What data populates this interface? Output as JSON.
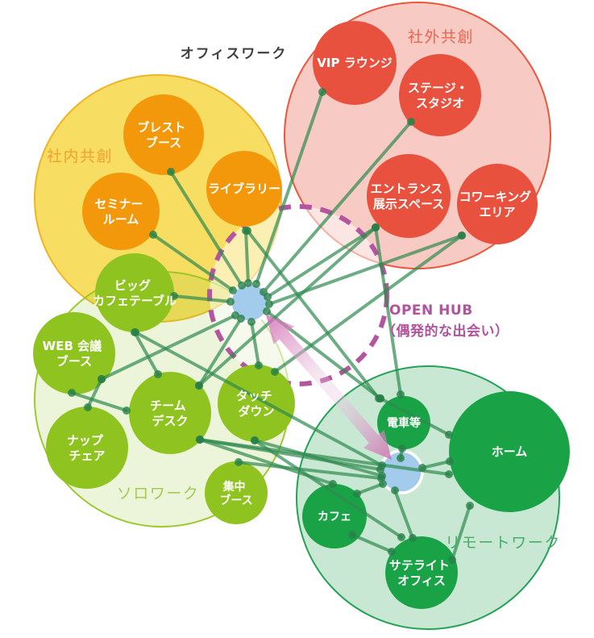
{
  "title": "オフィスワーク",
  "groups": {
    "internal": {
      "label": "社内共創"
    },
    "external": {
      "label": "社外共創"
    },
    "solo": {
      "label": "ソロワーク"
    },
    "remote": {
      "label": "リモートワーク"
    }
  },
  "open_hub": {
    "name": "OPEN HUB",
    "subtitle": "（偶発的な出会い）"
  },
  "nodes": {
    "brainstorm": {
      "lines": [
        "ブレスト",
        "ブース"
      ]
    },
    "seminar": {
      "lines": [
        "セミナー",
        "ルーム"
      ]
    },
    "library": {
      "lines": [
        "ライブラリー"
      ]
    },
    "bigcafe": {
      "lines": [
        "ビッグ",
        "カフェテーブル"
      ]
    },
    "vip": {
      "lines": [
        "VIP ラウンジ"
      ]
    },
    "stage": {
      "lines": [
        "ステージ・",
        "スタジオ"
      ]
    },
    "entrance": {
      "lines": [
        "エントランス",
        "展示スペース"
      ]
    },
    "coworking": {
      "lines": [
        "コワーキング",
        "エリア"
      ]
    },
    "web": {
      "lines": [
        "WEB 会議",
        "ブース"
      ]
    },
    "nap": {
      "lines": [
        "ナップ",
        "チェア"
      ]
    },
    "teamdesk": {
      "lines": [
        "チーム",
        "デスク"
      ]
    },
    "touchdown": {
      "lines": [
        "タッチ",
        "ダウン"
      ]
    },
    "focus": {
      "lines": [
        "集中",
        "ブース"
      ]
    },
    "train": {
      "lines": [
        "電車等"
      ]
    },
    "home": {
      "lines": [
        "ホーム"
      ]
    },
    "cafe": {
      "lines": [
        "カフェ"
      ]
    },
    "satellite": {
      "lines": [
        "サテライト",
        "オフィス"
      ]
    }
  },
  "colors": {
    "internal_fill": "#f7df6b",
    "internal_border": "#f0b42e",
    "internal_node": "#f2980a",
    "external_fill": "#f6cbc3",
    "external_border": "#e9573e",
    "external_node": "#e8513d",
    "solo_fill": "#edf3da",
    "solo_border": "#97c41e",
    "solo_node": "#8fc31f",
    "remote_fill": "#cce5d5",
    "remote_border": "#24a257",
    "remote_node": "#1aa346",
    "hub_blue": "#a3cbeb",
    "hub_dash_purple": "#b4569f",
    "edge_green": "#2f8a4f",
    "arrow_pink": "#d065ae",
    "title_color": "#3f3f3f"
  }
}
